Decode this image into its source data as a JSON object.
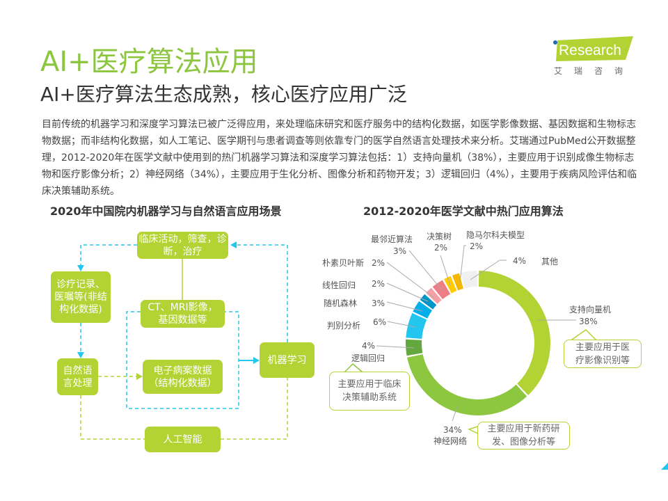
{
  "header": {
    "title": "AI+医疗算法应用",
    "subtitle": "AI+医疗算法生态成熟，核心医疗应用广泛",
    "logo_text": "iResearch",
    "logo_sub": "艾瑞咨询",
    "accent": "#8cc63f"
  },
  "intro": "目前传统的机器学习和深度学习算法已被广泛得应用，来处理临床研究和医疗服务中的结构化数据，如医学影像数据、基因数据和生物标志物数据；而非结构化数据，如人工笔记、医学期刊与患者调查等则依靠专门的医学自然语言处理技术来分析。艾瑞通过PubMed公开数据整理，2012-2020年在医学文献中使用到的热门机器学习算法和深度学习算法包括：1）支持向量机（38%），主要应用于识别成像生物标志物和医疗影像分析；2）神经网络（34%），主要应用于生化分析、图像分析和药物开发；3）逻辑回归（4%），主要用于疾病风险评估和临床决策辅助系统。",
  "flow": {
    "title": "2020年中国院内机器学习与自然语言应用场景",
    "clinical": "临床活动，筛查，诊断，治疗",
    "records": "诊疗记录、医嘱等(非结构化数据)",
    "imaging": "CT、MRI影像，基因数据等",
    "emr": "电子病案数据（结构化数据）",
    "nlp": "自然语言处理",
    "ml": "机器学习",
    "ai": "人工智能"
  },
  "chart_data": {
    "type": "pie",
    "title": "2012-2020年医学文献中热门应用算法",
    "slices": [
      {
        "name": "支持向量机",
        "value": 38,
        "label": "38%",
        "color": "#b3d234"
      },
      {
        "name": "神经网络",
        "value": 34,
        "label": "34%",
        "color": "#8dc63f"
      },
      {
        "name": "逻辑回归",
        "value": 4,
        "label": "4%",
        "color": "#62a83f"
      },
      {
        "name": "判别分析",
        "value": 6,
        "label": "6%",
        "color": "#22c6ef"
      },
      {
        "name": "随机森林",
        "value": 3,
        "label": "3%",
        "color": "#00aee8"
      },
      {
        "name": "线性回归",
        "value": 2,
        "label": "2%",
        "color": "#0095c8"
      },
      {
        "name": "朴素贝叶斯",
        "value": 2,
        "label": "2%",
        "color": "#f5a0a6"
      },
      {
        "name": "最邻近算法",
        "value": 3,
        "label": "3%",
        "color": "#ef7d85"
      },
      {
        "name": "决策树",
        "value": 2,
        "label": "2%",
        "color": "#ffcc00"
      },
      {
        "name": "隐马尔科夫模型",
        "value": 2,
        "label": "2%",
        "color": "#f5b800"
      },
      {
        "name": "其他",
        "value": 4,
        "label": "4%",
        "color": "#f0f0f0"
      }
    ],
    "callouts": {
      "svm": "主要应用于医疗影像识别等",
      "nn": "主要应用于新药研发、图像分析等",
      "lr": "主要应用于临床决策辅助系统"
    }
  }
}
